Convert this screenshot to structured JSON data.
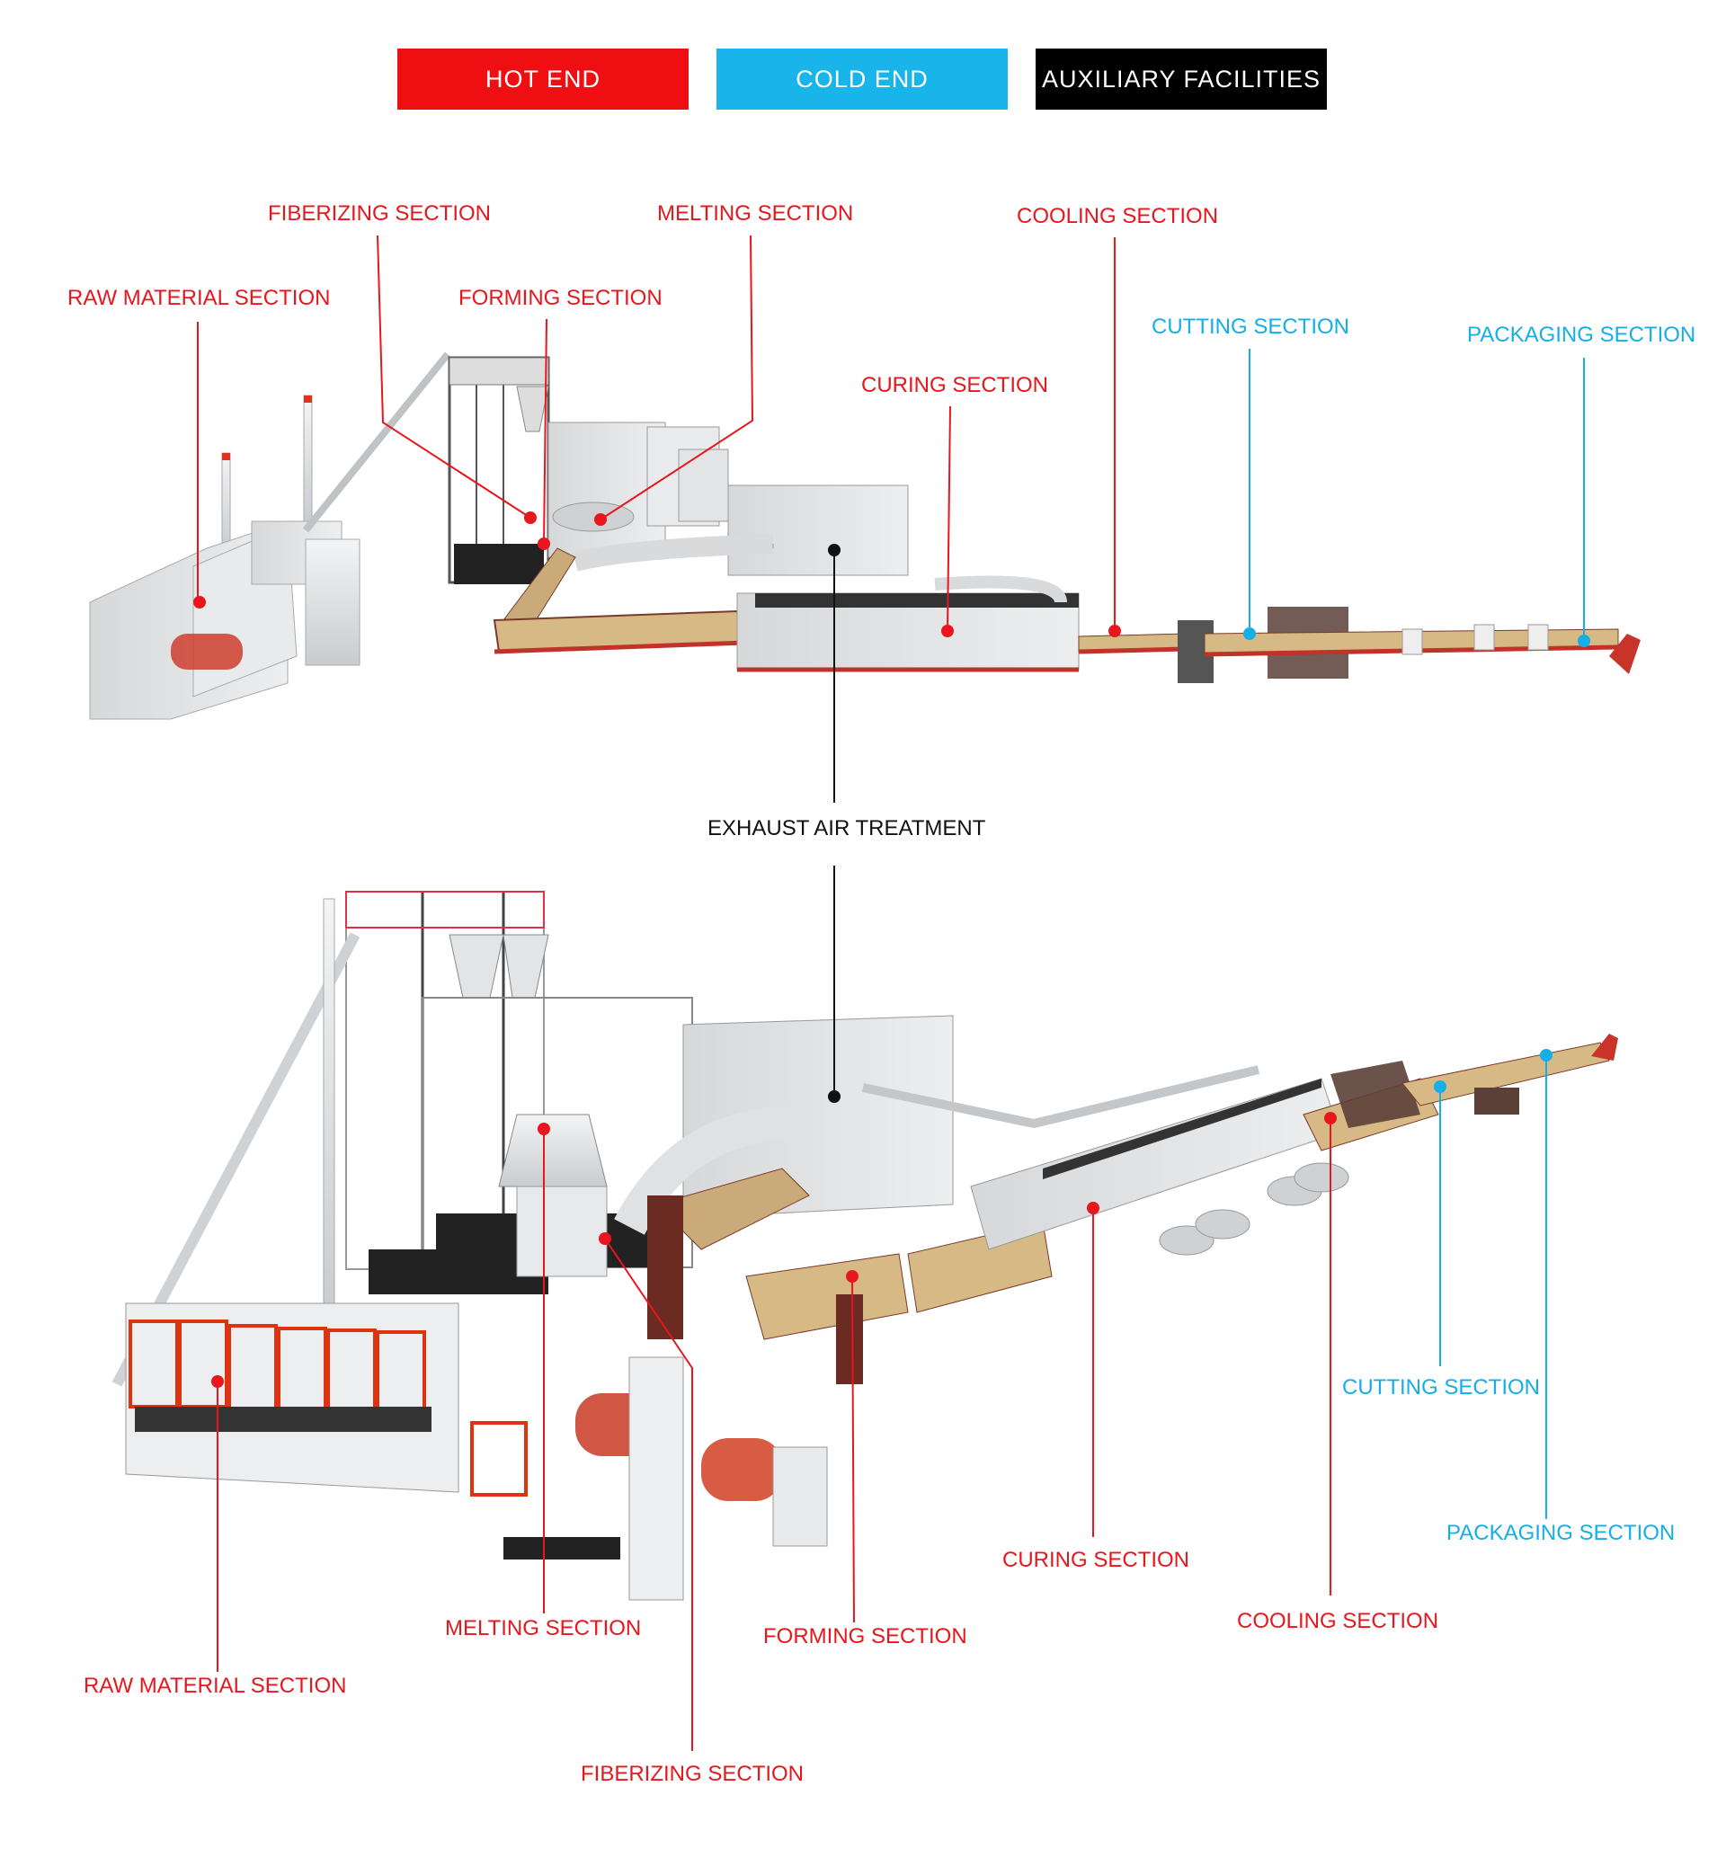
{
  "legend": {
    "hot_end": "HOT END",
    "cold_end": "COLD END",
    "auxiliary": "AUXILIARY FACILITIES"
  },
  "colors": {
    "hot": "#ef0f12",
    "cold": "#19b4ea",
    "auxiliary": "#000000"
  },
  "top_view": {
    "fiberizing": "FIBERIZING SECTION",
    "melting": "MELTING SECTION",
    "cooling": "COOLING SECTION",
    "raw_material": "RAW MATERIAL SECTION",
    "forming": "FORMING SECTION",
    "cutting": "CUTTING SECTION",
    "packaging": "PACKAGING SECTION",
    "curing": "CURING SECTION"
  },
  "exhaust": "EXHAUST AIR TREATMENT",
  "bottom_view": {
    "cutting": "CUTTING SECTION",
    "packaging": "PACKAGING SECTION",
    "curing": "CURING SECTION",
    "cooling": "COOLING SECTION",
    "melting": "MELTING SECTION",
    "forming": "FORMING SECTION",
    "raw_material": "RAW MATERIAL SECTION",
    "fiberizing": "FIBERIZING SECTION"
  }
}
